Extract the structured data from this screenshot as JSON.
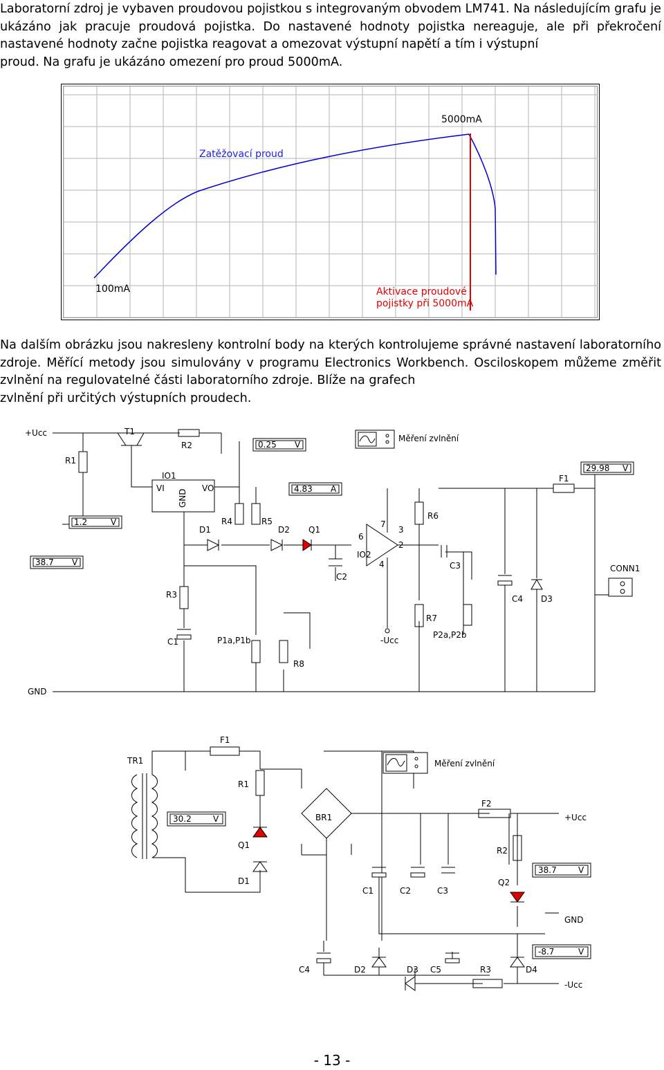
{
  "paragraph1": {
    "body": "Laboratorní zdroj je vybaven proudovou pojistkou s integrovaným obvodem LM741. Na následujícím grafu je ukázáno jak pracuje proudová pojistka. Do nastavené hodnoty pojistka nereaguje, ale při překročení nastavené hodnoty začne pojistka reagovat a omezovat výstupní napětí a tím i výstupní",
    "last": "proud. Na grafu je ukázáno omezení pro proud 5000mA."
  },
  "graph": {
    "curve_label": "Zatěžovací proud",
    "start_label": "100mA",
    "peak_label": "5000mA",
    "activation_label_line1": "Aktivace proudové",
    "activation_label_line2": "pojistky při 5000mA",
    "curve_color": "#0000cc",
    "label_color": "#1a1aff",
    "activation_color": "#e00000"
  },
  "paragraph2": {
    "body": "Na dalším obrázku jsou nakresleny kontrolní body na kterých kontrolujeme správné nastavení laboratorního zdroje. Měřící metody jsou simulovány v programu Electronics Workbench. Osciloskopem můžeme změřit zvlnění na regulovatelné části laboratorního zdroje. Blíže na grafech",
    "last": "zvlnění při určitých výstupních proudech."
  },
  "schematic1": {
    "rail_ucc": "+Ucc",
    "rail_gnd": "GND",
    "rail_neg": "-Ucc",
    "oscilloscope_label": "Měření zvlnění",
    "meters": [
      {
        "value": "0.25",
        "unit": "V"
      },
      {
        "value": "29.98",
        "unit": "V"
      },
      {
        "value": "4.83",
        "unit": "A"
      },
      {
        "value": "1.2",
        "unit": "V"
      },
      {
        "value": "38.7",
        "unit": "V"
      }
    ],
    "components": {
      "t1": "T1",
      "r1": "R1",
      "r2": "R2",
      "io1": "IO1",
      "vi": "VI",
      "vo": "VO",
      "gnd": "GND",
      "d1": "D1",
      "r4": "R4",
      "r5": "R5",
      "d2": "D2",
      "q1": "Q1",
      "c2": "C2",
      "io2": "IO2",
      "pin7": "7",
      "pin6": "6",
      "pin3": "3",
      "pin2": "2",
      "pin4": "4",
      "r6": "R6",
      "c3": "C3",
      "r3": "R3",
      "c1": "C1",
      "p1": "P1a,P1b",
      "r8": "R8",
      "r7": "R7",
      "p2": "P2a,P2b",
      "f1": "F1",
      "c4": "C4",
      "d3": "D3",
      "conn1": "CONN1"
    }
  },
  "schematic2": {
    "oscilloscope_label": "Měření zvlnění",
    "rail_ucc": "+Ucc",
    "rail_gnd": "GND",
    "rail_neg": "-Ucc",
    "meters": [
      {
        "value": "30.2",
        "unit": "V"
      },
      {
        "value": "38.7",
        "unit": "V"
      },
      {
        "value": "-8.7",
        "unit": "V"
      }
    ],
    "components": {
      "tr1": "TR1",
      "f1": "F1",
      "r1": "R1",
      "q1": "Q1",
      "d1": "D1",
      "br1": "BR1",
      "f2": "F2",
      "r2": "R2",
      "q2": "Q2",
      "c1": "C1",
      "c2": "C2",
      "c3": "C3",
      "c4": "C4",
      "d2": "D2",
      "d3": "D3",
      "c5": "C5",
      "r3": "R3",
      "d4": "D4"
    }
  },
  "page_number": "- 13 -"
}
